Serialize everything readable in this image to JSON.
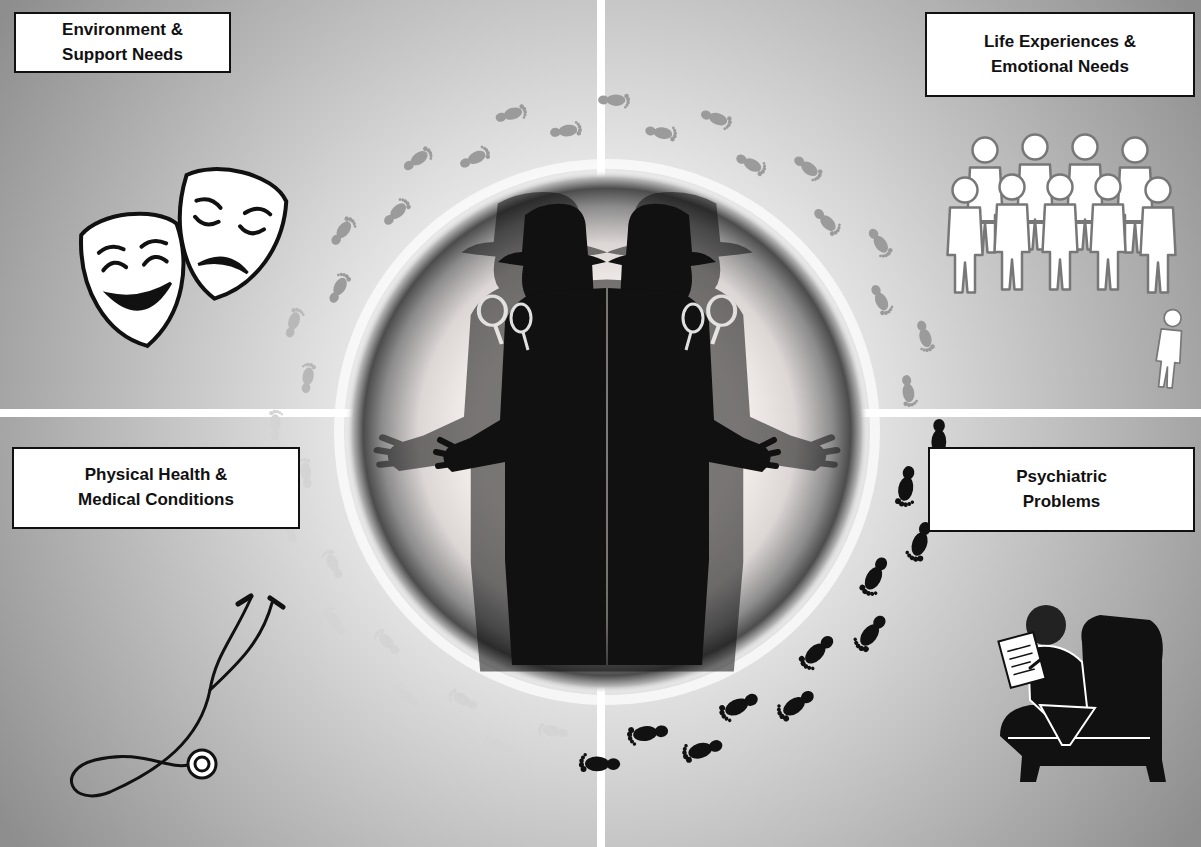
{
  "diagram": {
    "nodes": [
      {
        "text": [
          "Environment & Support Needs"
        ]
      },
      {
        "text": [
          "Life Experiences & Emotional Needs"
        ]
      },
      {
        "text": [
          "Physical Health & Medical Conditions"
        ]
      },
      {
        "text": [
          "Psychiatric Problems"
        ]
      }
    ]
  }
}
